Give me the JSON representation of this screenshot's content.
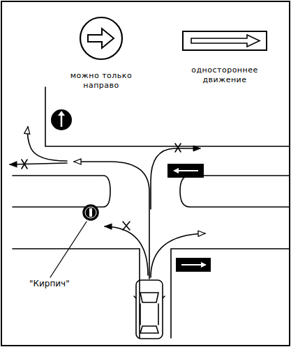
{
  "diagram": {
    "nodes": [
      {
        "text": [
          "можно только направо"
        ]
      },
      {
        "text": [
          "одностороннее движение"
        ]
      }
    ],
    "labels": [
      "\"Кирпич\""
    ]
  }
}
